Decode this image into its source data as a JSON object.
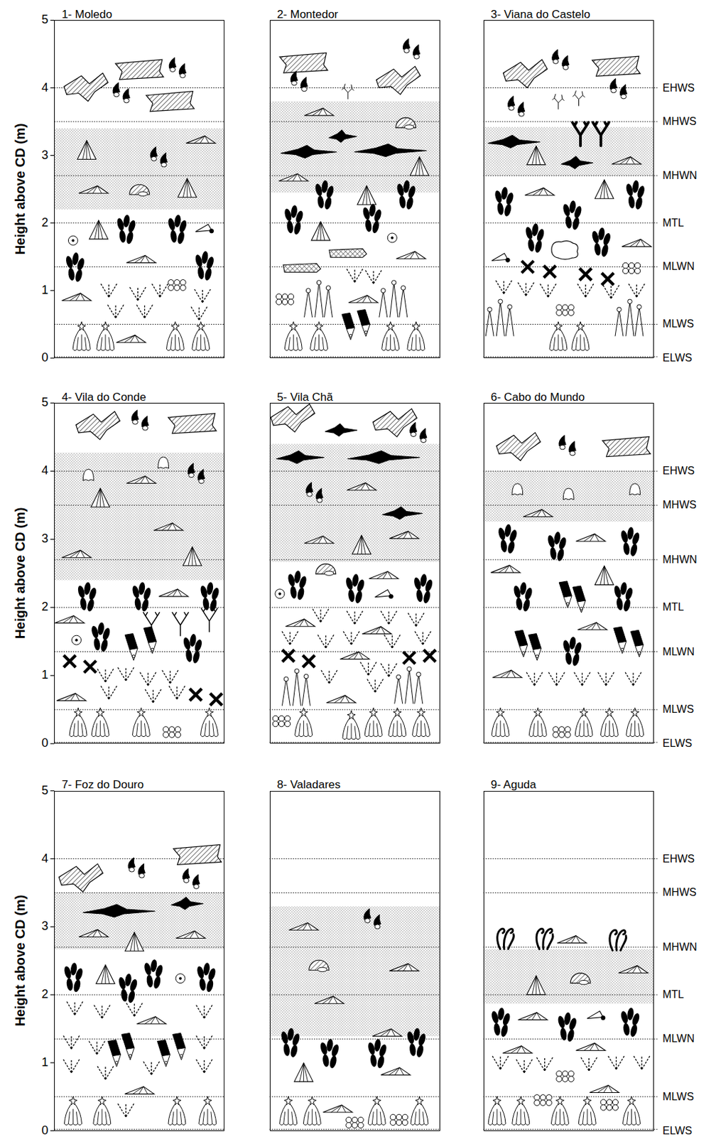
{
  "diagram": {
    "nodes": [
      {
        "text": [
          "1- Moledo"
        ]
      },
      {
        "text": [
          "2- Montedor"
        ]
      },
      {
        "text": [
          "3- Viana do Castelo"
        ]
      },
      {
        "text": [
          "4- Vila do Conde"
        ]
      },
      {
        "text": [
          "5- Vila Chã"
        ]
      },
      {
        "text": [
          "6- Cabo do Mundo"
        ]
      },
      {
        "text": [
          "7- Foz do Douro"
        ]
      },
      {
        "text": [
          "8- Valadares"
        ]
      },
      {
        "text": [
          "9- Aguda"
        ]
      }
    ],
    "labels": [
      "Height above CD (m)",
      "5",
      "4",
      "3",
      "2",
      "1",
      "0",
      "EHWS",
      "MHWS",
      "MHWN",
      "MTL",
      "MLWN",
      "MLWS",
      "ELWS",
      "Height above CD (m)",
      "5",
      "4",
      "3",
      "2",
      "1",
      "0",
      "EHWS",
      "MHWS",
      "MHWN",
      "MTL",
      "MLWN",
      "MLWS",
      "ELWS",
      "Height above CD (m)",
      "5",
      "4",
      "3",
      "2",
      "1",
      "0",
      "EHWS",
      "MHWS",
      "MHWN",
      "MTL",
      "MLWN",
      "MLWS",
      "ELWS"
    ]
  }
}
